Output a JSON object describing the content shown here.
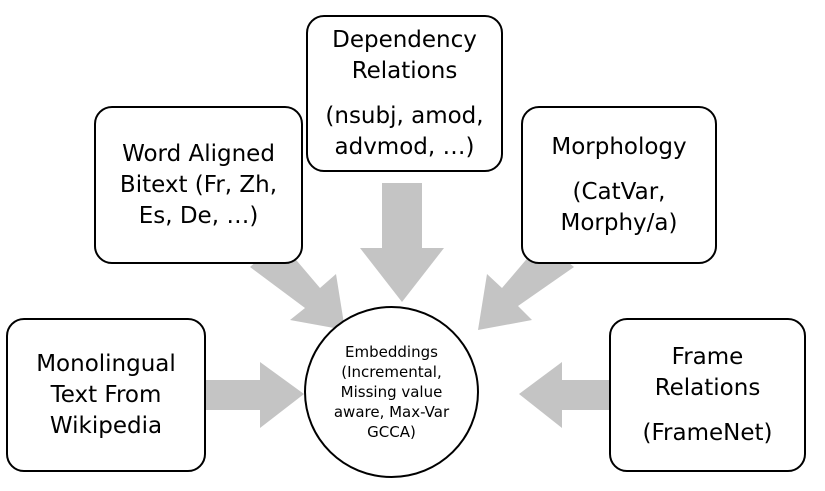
{
  "colors": {
    "arrow": "#c4c4c4",
    "border": "#000000",
    "background": "#ffffff"
  },
  "center": {
    "lines": [
      "Embeddings",
      "(Incremental,",
      "Missing value",
      "aware, Max-Var",
      "GCCA)"
    ]
  },
  "sources": {
    "dependency": {
      "lines": [
        "Dependency",
        "Relations"
      ],
      "detail": [
        "(nsubj, amod,",
        "advmod, …)"
      ]
    },
    "word_aligned": {
      "lines": [
        "Word Aligned",
        "Bitext (Fr, Zh,",
        "Es, De, …)"
      ]
    },
    "morphology": {
      "lines": [
        "Morphology"
      ],
      "detail": [
        "(CatVar,",
        "Morphy/a)"
      ]
    },
    "monolingual": {
      "lines": [
        "Monolingual",
        "Text From",
        "Wikipedia"
      ]
    },
    "frame": {
      "lines": [
        "Frame",
        "Relations"
      ],
      "detail": [
        "(FrameNet)"
      ]
    }
  }
}
